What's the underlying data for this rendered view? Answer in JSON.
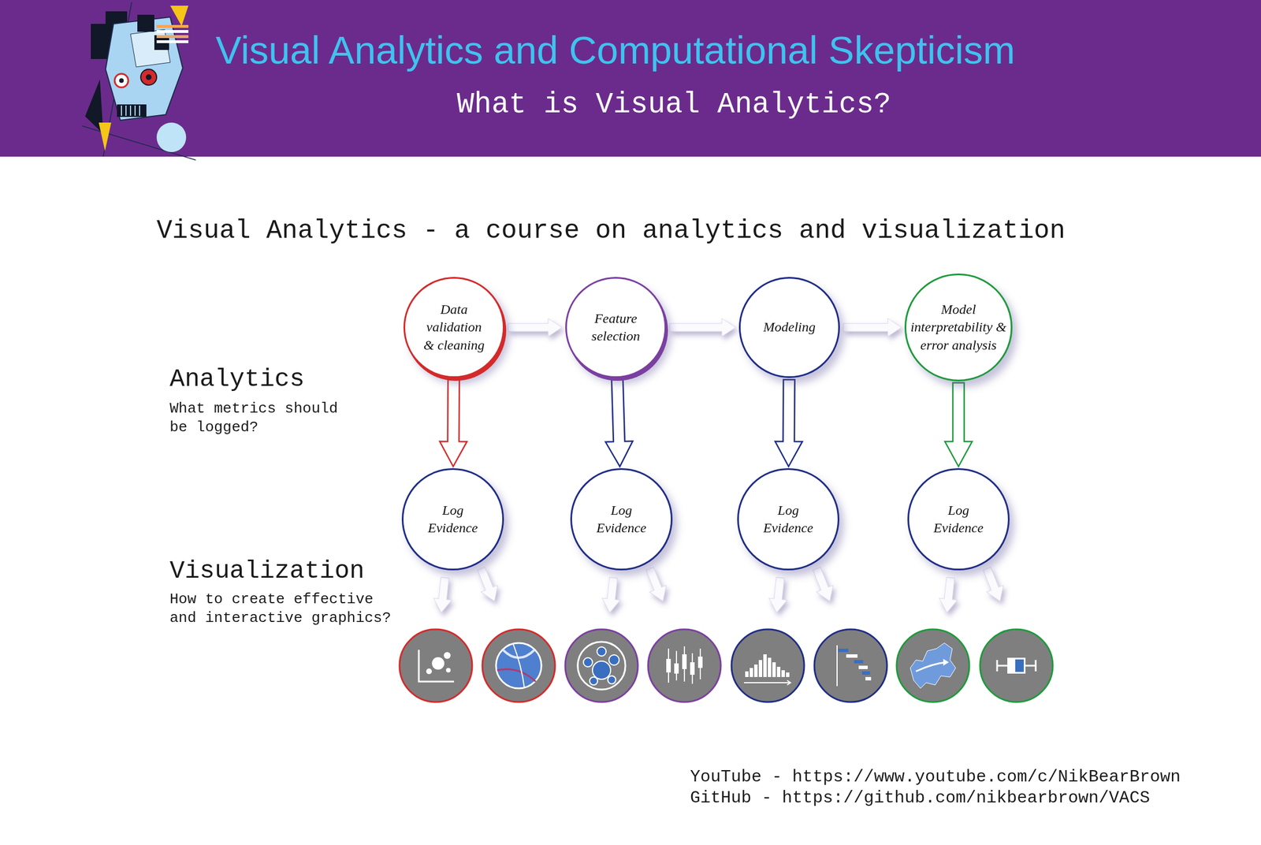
{
  "diagram": {
    "title": "Visual Analytics and Computational Skepticism",
    "nodes": [
      {
        "text": [
          "Data validation & cleaning"
        ]
      },
      {
        "text": [
          "Feature selection"
        ]
      },
      {
        "text": [
          "Modeling"
        ]
      },
      {
        "text": [
          "Model interpretability & error analysis"
        ]
      },
      {
        "text": [
          "Log Evidence"
        ]
      },
      {
        "text": [
          "Log Evidence"
        ]
      },
      {
        "text": [
          "Log Evidence"
        ]
      },
      {
        "text": [
          "Log Evidence"
        ]
      }
    ],
    "edges": [
      {
        "from": 0,
        "to": 1,
        "arrow": "to"
      },
      {
        "from": 1,
        "to": 2,
        "arrow": "to"
      },
      {
        "from": 2,
        "to": 3,
        "arrow": "to"
      },
      {
        "from": 0,
        "to": 4,
        "arrow": "to"
      },
      {
        "from": 1,
        "to": 5,
        "arrow": "to"
      },
      {
        "from": 2,
        "to": 6,
        "arrow": "to"
      },
      {
        "from": 3,
        "to": 7,
        "arrow": "to"
      }
    ],
    "labels": [
      "What is Visual Analytics?",
      "Visual Analytics - a course on analytics and visualization",
      "Analytics",
      "What metrics should be logged?",
      "Visualization",
      "How to create effective and interactive graphics?",
      "YouTube - https://www.youtube.com/c/NikBearBrown",
      "GitHub - https://github.com/nikbearbrown/VACS"
    ]
  }
}
